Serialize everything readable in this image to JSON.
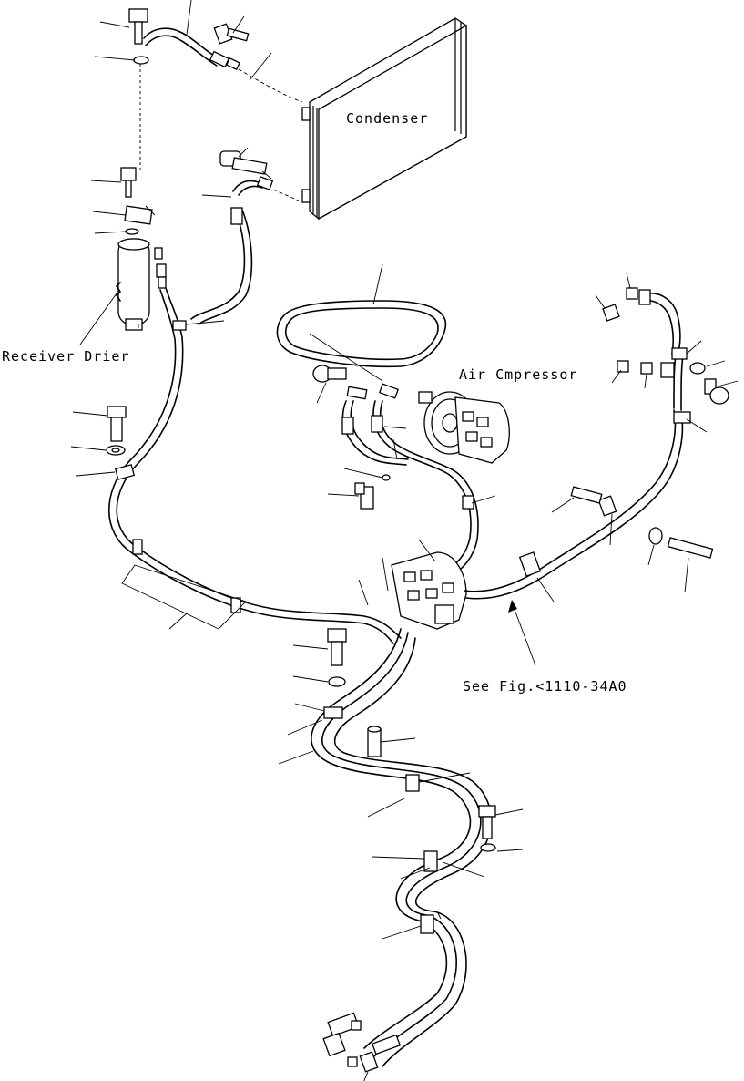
{
  "labels": {
    "condenser": "Condenser",
    "receiver_drier": "Receiver Drier",
    "air_compressor": "Air Cmpressor",
    "see_fig": "See Fig.<1110-34A0"
  }
}
